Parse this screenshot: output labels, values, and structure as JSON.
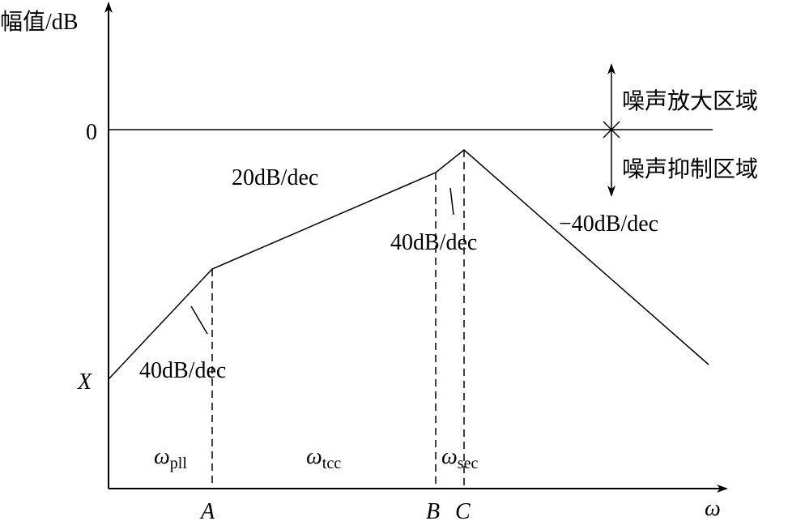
{
  "y_axis_label": "幅值/dB",
  "x_axis_label": "ω",
  "zero_label": "0",
  "x_intercept_label": "X",
  "region_above": "噪声放大区域",
  "region_below": "噪声抑制区域",
  "slopes": {
    "first": "40dB/dec",
    "second": "20dB/dec",
    "third": "40dB/dec",
    "fourth": "−40dB/dec"
  },
  "points": {
    "a": "A",
    "b": "B",
    "c": "C"
  },
  "bands": {
    "pll": {
      "symbol": "ω",
      "sub": "pll"
    },
    "tcc": {
      "symbol": "ω",
      "sub": "tcc"
    },
    "sec": {
      "symbol": "ω",
      "sub": "sec"
    }
  }
}
